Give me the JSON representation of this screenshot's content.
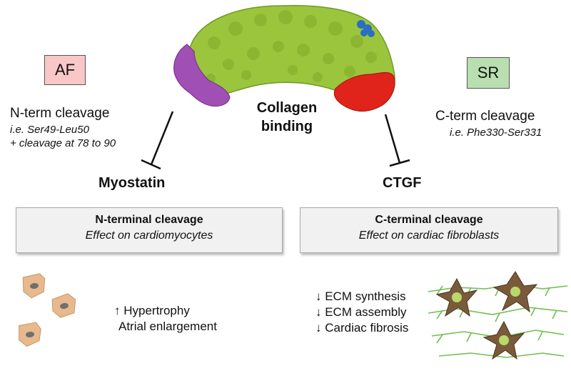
{
  "left": {
    "tag": "AF",
    "cleavage_title": "N-term cleavage",
    "cleavage_site": "i.e. Ser49-Leu50",
    "cleavage_extra": "+ cleavage at 78 to 90",
    "inhibits": "Myostatin",
    "panel_title": "N-terminal cleavage",
    "panel_subtitle": "Effect on cardiomyocytes",
    "effects": [
      "↑ Hypertrophy",
      "Atrial enlargement"
    ]
  },
  "center": {
    "label_line1": "Collagen",
    "label_line2": "binding"
  },
  "right": {
    "tag": "SR",
    "cleavage_title": "C-term cleavage",
    "cleavage_site": "i.e. Phe330-Ser331",
    "inhibits": "CTGF",
    "panel_title": "C-terminal cleavage",
    "panel_subtitle": "Effect on cardiac fibroblasts",
    "effects": [
      "↓ ECM synthesis",
      "↓ ECM assembly",
      "↓ Cardiac fibrosis"
    ]
  },
  "colors": {
    "protein": "#9bc53d",
    "n_term_region": "#a050b4",
    "c_term_region": "#e0241c",
    "blue_patch": "#2a6fc2",
    "af_box": "#f9c7c7",
    "sr_box": "#b9dfb0",
    "cardiomyocyte": "#e8b98f",
    "fibroblast": "#7a5a3a",
    "fibers": "#6fbf4f"
  }
}
